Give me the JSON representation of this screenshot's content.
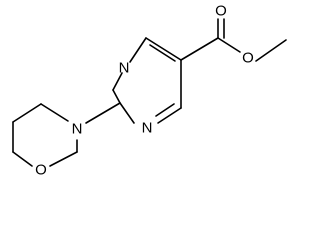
{
  "molecule": {
    "atoms": {
      "n_top": "N",
      "n_bottom": "N",
      "n_morpholine": "N",
      "o_morpholine": "O",
      "o_carbonyl": "O",
      "o_ester": "O"
    }
  }
}
